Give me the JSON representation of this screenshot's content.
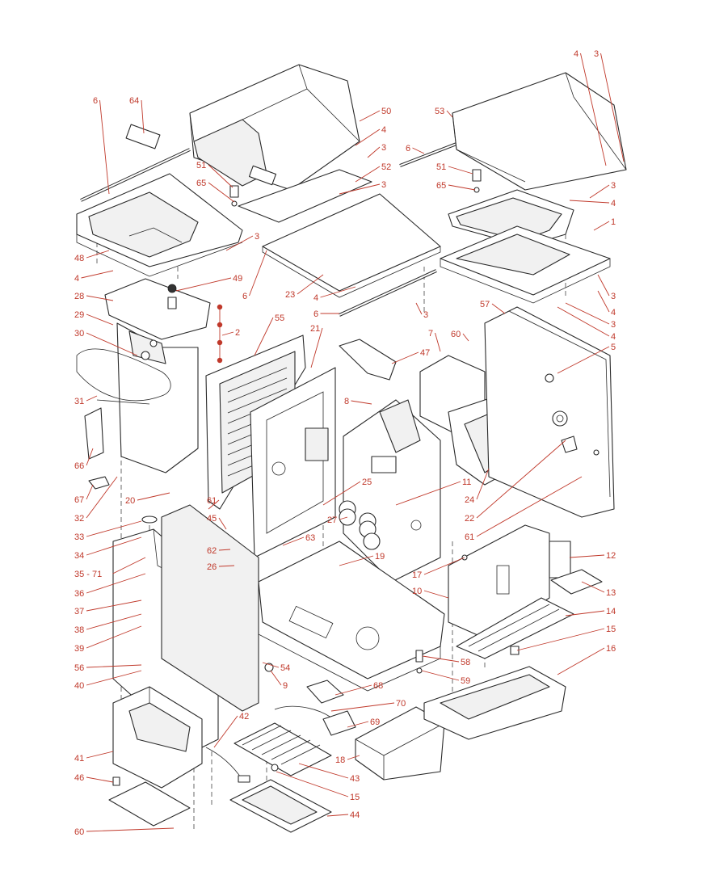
{
  "colors": {
    "callout": "#c0392b",
    "linework": "#2a2a2a",
    "background": "#ffffff"
  },
  "callouts": [
    {
      "id": "c6a",
      "label": "6"
    },
    {
      "id": "c64",
      "label": "64"
    },
    {
      "id": "c50",
      "label": "50"
    },
    {
      "id": "c4a",
      "label": "4"
    },
    {
      "id": "c3a",
      "label": "3"
    },
    {
      "id": "c52",
      "label": "52"
    },
    {
      "id": "c3b",
      "label": "3"
    },
    {
      "id": "c51a",
      "label": "51"
    },
    {
      "id": "c65a",
      "label": "65"
    },
    {
      "id": "c48",
      "label": "48"
    },
    {
      "id": "c3c",
      "label": "3"
    },
    {
      "id": "c4b",
      "label": "4"
    },
    {
      "id": "c49",
      "label": "49"
    },
    {
      "id": "c6b",
      "label": "6"
    },
    {
      "id": "c23",
      "label": "23"
    },
    {
      "id": "c4c",
      "label": "4"
    },
    {
      "id": "c3d",
      "label": "3"
    },
    {
      "id": "c6c",
      "label": "6"
    },
    {
      "id": "c53",
      "label": "53"
    },
    {
      "id": "c6d",
      "label": "6"
    },
    {
      "id": "c51b",
      "label": "51"
    },
    {
      "id": "c65b",
      "label": "65"
    },
    {
      "id": "c4d",
      "label": "4"
    },
    {
      "id": "c3e",
      "label": "3"
    },
    {
      "id": "c3f",
      "label": "3"
    },
    {
      "id": "c4e",
      "label": "4"
    },
    {
      "id": "c1",
      "label": "1"
    },
    {
      "id": "c3g",
      "label": "3"
    },
    {
      "id": "c4f",
      "label": "4"
    },
    {
      "id": "c3h",
      "label": "3"
    },
    {
      "id": "c4g",
      "label": "4"
    },
    {
      "id": "c57",
      "label": "57"
    },
    {
      "id": "c28",
      "label": "28"
    },
    {
      "id": "c29",
      "label": "29"
    },
    {
      "id": "c2",
      "label": "2"
    },
    {
      "id": "c30",
      "label": "30"
    },
    {
      "id": "c55",
      "label": "55"
    },
    {
      "id": "c21",
      "label": "21"
    },
    {
      "id": "c47",
      "label": "47"
    },
    {
      "id": "c7",
      "label": "7"
    },
    {
      "id": "c60a",
      "label": "60"
    },
    {
      "id": "c5",
      "label": "5"
    },
    {
      "id": "c31",
      "label": "31"
    },
    {
      "id": "c8",
      "label": "8"
    },
    {
      "id": "c66",
      "label": "66"
    },
    {
      "id": "c67",
      "label": "67"
    },
    {
      "id": "c20",
      "label": "20"
    },
    {
      "id": "c61a",
      "label": "61"
    },
    {
      "id": "c25",
      "label": "25"
    },
    {
      "id": "c11",
      "label": "11"
    },
    {
      "id": "c24",
      "label": "24"
    },
    {
      "id": "c22",
      "label": "22"
    },
    {
      "id": "c32",
      "label": "32"
    },
    {
      "id": "c45",
      "label": "45"
    },
    {
      "id": "c27",
      "label": "27"
    },
    {
      "id": "c61b",
      "label": "61"
    },
    {
      "id": "c33",
      "label": "33"
    },
    {
      "id": "c63",
      "label": "63"
    },
    {
      "id": "c34",
      "label": "34"
    },
    {
      "id": "c62",
      "label": "62"
    },
    {
      "id": "c26",
      "label": "26"
    },
    {
      "id": "c19",
      "label": "19"
    },
    {
      "id": "c17",
      "label": "17"
    },
    {
      "id": "c12",
      "label": "12"
    },
    {
      "id": "c35",
      "label": "35 - 71"
    },
    {
      "id": "c36",
      "label": "36"
    },
    {
      "id": "c10",
      "label": "10"
    },
    {
      "id": "c13",
      "label": "13"
    },
    {
      "id": "c37",
      "label": "37"
    },
    {
      "id": "c14",
      "label": "14"
    },
    {
      "id": "c38",
      "label": "38"
    },
    {
      "id": "c15a",
      "label": "15"
    },
    {
      "id": "c39",
      "label": "39"
    },
    {
      "id": "c16",
      "label": "16"
    },
    {
      "id": "c56",
      "label": "56"
    },
    {
      "id": "c54",
      "label": "54"
    },
    {
      "id": "c58",
      "label": "58"
    },
    {
      "id": "c40",
      "label": "40"
    },
    {
      "id": "c9",
      "label": "9"
    },
    {
      "id": "c59",
      "label": "59"
    },
    {
      "id": "c68",
      "label": "68"
    },
    {
      "id": "c70",
      "label": "70"
    },
    {
      "id": "c42",
      "label": "42"
    },
    {
      "id": "c69",
      "label": "69"
    },
    {
      "id": "c41",
      "label": "41"
    },
    {
      "id": "c18",
      "label": "18"
    },
    {
      "id": "c43",
      "label": "43"
    },
    {
      "id": "c46",
      "label": "46"
    },
    {
      "id": "c15b",
      "label": "15"
    },
    {
      "id": "c44",
      "label": "44"
    },
    {
      "id": "c60b",
      "label": "60"
    }
  ]
}
